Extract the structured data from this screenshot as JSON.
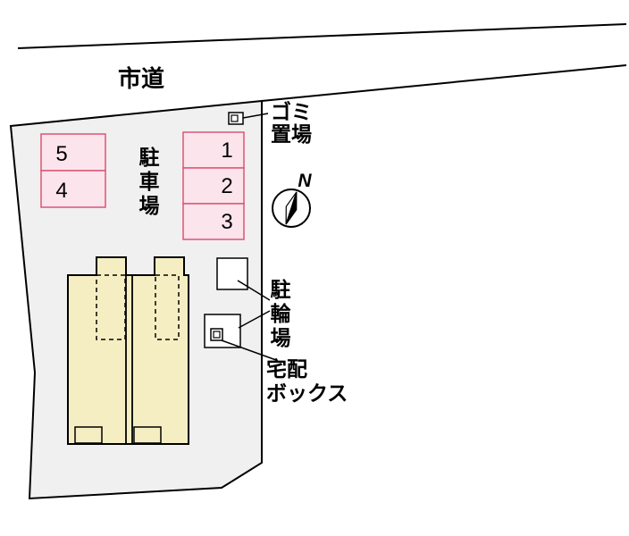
{
  "labels": {
    "road": "市道",
    "parking_chars": [
      "駐",
      "車",
      "場"
    ],
    "garbage_lines": [
      "ゴミ",
      "置場"
    ],
    "bicycle_chars": [
      "駐",
      "輪",
      "場"
    ],
    "delivery_lines": [
      "宅配",
      "ボックス"
    ],
    "north": "N"
  },
  "stalls": {
    "left": [
      "5",
      "4"
    ],
    "right": [
      "1",
      "2",
      "3"
    ]
  },
  "colors": {
    "background": "#ffffff",
    "plot_fill": "#f0f0f0",
    "stall_fill": "#fce4ec",
    "stall_stroke": "#dd5476",
    "building_fill": "#f6eec3",
    "ink": "#000000"
  }
}
